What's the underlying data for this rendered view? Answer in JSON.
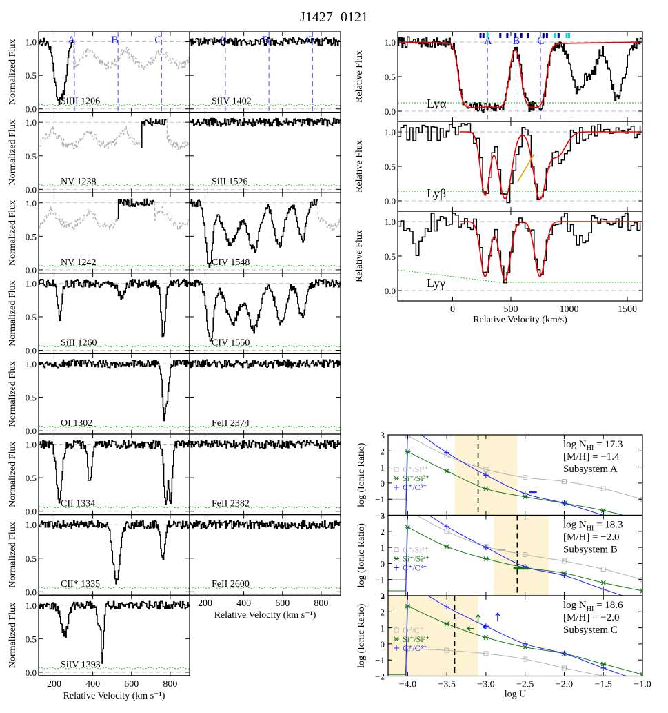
{
  "title": "J1427−0121",
  "colors": {
    "gray": "#b4b4b4",
    "green": "#1bbf1b",
    "blue": "#2222ff",
    "red": "#ee0000",
    "orange": "#e8a000",
    "cyan": "#00d8d8",
    "navy": "#00008b",
    "darkgreen": "#1a6b1a",
    "shade": "#fdf2d2"
  },
  "labels": {
    "normalized_flux": "Normalized Flux",
    "relative_flux": "Relative Flux",
    "log_ionic_ratio": "log (Ionic Ratio)"
  },
  "chart_data": [
    {
      "id": "metal-stack",
      "type": "line",
      "xlabel": "Relative Velocity (km s⁻¹)",
      "ylabel": "Normalized Flux",
      "xlim": [
        120,
        900
      ],
      "ylim": [
        -0.05,
        1.15
      ],
      "xticks": [
        200,
        400,
        600,
        800
      ],
      "xtick_labels": [
        "200",
        "400",
        "600",
        "800"
      ],
      "yticks": [
        0.0,
        0.5,
        1.0
      ],
      "ytick_labels": [
        "0.0",
        "0.5",
        "1.0"
      ],
      "subsystem_markers": [
        {
          "label": "A",
          "x": 305
        },
        {
          "label": "B",
          "x": 530
        },
        {
          "label": "C",
          "x": 755
        }
      ],
      "panels": [
        {
          "label": "SiIII 1206",
          "col": 0,
          "row": 0,
          "regions": [
            [
              120,
              300,
              "ok"
            ],
            [
              300,
              900,
              "blend"
            ]
          ],
          "lines": [
            [
              222,
              0.82,
              22
            ],
            [
              245,
              0.6,
              18
            ]
          ]
        },
        {
          "label": "NV 1238",
          "col": 0,
          "row": 1,
          "regions": [
            [
              120,
              650,
              "blend"
            ],
            [
              650,
              780,
              "ok"
            ],
            [
              780,
              900,
              "blend"
            ]
          ],
          "lines": []
        },
        {
          "label": "NV 1242",
          "col": 0,
          "row": 2,
          "regions": [
            [
              120,
              530,
              "blend"
            ],
            [
              530,
              720,
              "ok"
            ],
            [
              720,
              900,
              "blend"
            ]
          ],
          "lines": []
        },
        {
          "label": "SiII 1260",
          "col": 0,
          "row": 3,
          "regions": [
            [
              120,
              900,
              "ok"
            ]
          ],
          "lines": [
            [
              228,
              0.52,
              10
            ],
            [
              545,
              0.18,
              18
            ],
            [
              762,
              0.8,
              10
            ]
          ]
        },
        {
          "label": "OI 1302",
          "col": 0,
          "row": 4,
          "regions": [
            [
              120,
              900,
              "ok"
            ]
          ],
          "lines": [
            [
              768,
              0.82,
              9
            ],
            [
              785,
              0.45,
              8
            ]
          ]
        },
        {
          "label": "CII 1334",
          "col": 0,
          "row": 5,
          "regions": [
            [
              120,
              900,
              "ok"
            ]
          ],
          "lines": [
            [
              225,
              0.85,
              14
            ],
            [
              382,
              0.6,
              9
            ],
            [
              775,
              0.9,
              9
            ],
            [
              800,
              0.88,
              9
            ]
          ]
        },
        {
          "label": "CII* 1335",
          "col": 0,
          "row": 6,
          "regions": [
            [
              120,
              900,
              "ok"
            ]
          ],
          "lines": [
            [
              520,
              0.85,
              18
            ],
            [
              760,
              0.5,
              10
            ]
          ]
        },
        {
          "label": "SiIV 1393",
          "col": 0,
          "row": 7,
          "regions": [
            [
              120,
              900,
              "ok"
            ]
          ],
          "lines": [
            [
              252,
              0.45,
              18
            ],
            [
              448,
              0.85,
              6
            ],
            [
              430,
              0.35,
              8
            ]
          ]
        },
        {
          "label": "SiIV 1402",
          "col": 1,
          "row": 0,
          "regions": [
            [
              120,
              900,
              "ok"
            ]
          ],
          "lines": []
        },
        {
          "label": "SiII 1526",
          "col": 1,
          "row": 1,
          "regions": [
            [
              120,
              900,
              "ok"
            ]
          ],
          "lines": []
        },
        {
          "label": "CIV 1548",
          "col": 1,
          "row": 2,
          "regions": [
            [
              120,
              780,
              "ok"
            ],
            [
              780,
              900,
              "blend"
            ]
          ],
          "lines": [
            [
              220,
              0.95,
              18
            ],
            [
              330,
              0.6,
              40
            ],
            [
              450,
              0.7,
              30
            ],
            [
              580,
              0.65,
              25
            ],
            [
              700,
              0.55,
              20
            ]
          ]
        },
        {
          "label": "CIV 1550",
          "col": 1,
          "row": 3,
          "regions": [
            [
              120,
              900,
              "ok"
            ]
          ],
          "lines": [
            [
              225,
              0.85,
              18
            ],
            [
              340,
              0.6,
              35
            ],
            [
              450,
              0.7,
              30
            ],
            [
              590,
              0.6,
              25
            ],
            [
              700,
              0.5,
              20
            ]
          ]
        },
        {
          "label": "FeII 2374",
          "col": 1,
          "row": 4,
          "regions": [
            [
              120,
              900,
              "ok"
            ]
          ],
          "lines": []
        },
        {
          "label": "FeII 2382",
          "col": 1,
          "row": 5,
          "regions": [
            [
              120,
              900,
              "ok"
            ]
          ],
          "lines": []
        },
        {
          "label": "FeII 2600",
          "col": 1,
          "row": 6,
          "regions": [
            [
              120,
              900,
              "ok"
            ]
          ],
          "lines": []
        }
      ]
    },
    {
      "id": "lyman-stack",
      "type": "line",
      "xlabel": "Relative Velocity (km/s)",
      "ylabel": "Relative Flux",
      "xlim": [
        -470,
        1630
      ],
      "ylim": [
        -0.15,
        1.15
      ],
      "xticks": [
        0,
        500,
        1000,
        1500
      ],
      "xtick_labels": [
        "0",
        "500",
        "1000",
        "1500"
      ],
      "yticks": [
        0.0,
        0.5,
        1.0
      ],
      "ytick_labels": [
        "0.0",
        "0.5",
        "1.0"
      ],
      "subsystem_markers": [
        {
          "label": "A",
          "x": 300
        },
        {
          "label": "B",
          "x": 545
        },
        {
          "label": "C",
          "x": 755
        }
      ],
      "tick_marks_navy": [
        240,
        265,
        410,
        470,
        540,
        590,
        650,
        780,
        810,
        910
      ],
      "tick_marks_cyan": [
        300,
        880,
        980,
        1000
      ],
      "panels": [
        {
          "label": "Lyα",
          "row": 0,
          "model": [
            [
              190,
              0.95,
              140
            ],
            [
              385,
              0.95,
              100
            ],
            [
              700,
              0.95,
              110
            ]
          ],
          "lines_data": [
            [
              1080,
              0.7,
              60
            ],
            [
              1200,
              0.4,
              40
            ],
            [
              1410,
              0.8,
              60
            ]
          ]
        },
        {
          "label": "Lyβ",
          "row": 1,
          "model": [
            [
              280,
              0.92,
              40
            ],
            [
              450,
              0.97,
              55
            ],
            [
              750,
              0.98,
              55
            ],
            [
              900,
              0.35,
              70
            ]
          ],
          "lines_data": []
        },
        {
          "label": "Lyγ",
          "row": 2,
          "model": [
            [
              280,
              0.8,
              40
            ],
            [
              450,
              0.85,
              45
            ],
            [
              750,
              0.8,
              45
            ]
          ],
          "lines_data": [
            [
              -300,
              0.4,
              40
            ],
            [
              1100,
              0.3,
              40
            ]
          ]
        }
      ]
    },
    {
      "id": "ionization-models",
      "type": "line",
      "xlabel": "log U",
      "ylabel": "log (Ionic Ratio)",
      "xlim": [
        -4.25,
        -1.0
      ],
      "ylim": [
        -2.0,
        3.0
      ],
      "xticks": [
        -4.0,
        -3.5,
        -3.0,
        -2.5,
        -2.0,
        -1.5,
        -1.0
      ],
      "xtick_labels": [
        "−4.0",
        "−3.5",
        "−3.0",
        "−2.5",
        "−2.0",
        "−1.5",
        "−1.0"
      ],
      "yticks": [
        -2,
        -1,
        0,
        1,
        2,
        3
      ],
      "ytick_labels": [
        "−2",
        "−1",
        "0",
        "1",
        "2",
        "3"
      ],
      "panels": [
        {
          "info": [
            "log N",
            "HI",
            " = 17.3",
            "[M/H] = −1.4",
            "Subsystem A"
          ],
          "shade": [
            -3.4,
            -2.6
          ],
          "logU_best": -3.1,
          "series": [
            {
              "name": "C⁺/Si³⁺",
              "color": "#b4b4b4",
              "marker": "square",
              "x": [
                -4.0,
                -3.5,
                -3.0,
                -2.5,
                -2.0,
                -1.5,
                -1.0
              ],
              "y": [
                2.95,
                1.7,
                0.85,
                0.35,
                0.1,
                -0.35,
                -1.0
              ]
            },
            {
              "name": "Si⁺/Si³⁺",
              "color": "#1a7a1a",
              "marker": "asterisk",
              "x": [
                -4.0,
                -3.5,
                -3.0,
                -2.5,
                -2.0,
                -1.5,
                -1.0
              ],
              "y": [
                1.95,
                0.75,
                -0.35,
                -0.85,
                -1.25,
                -1.7,
                -2.3
              ]
            },
            {
              "name": "C⁺/C³⁺",
              "color": "#2222ff",
              "marker": "plus",
              "x": [
                -4.0,
                -3.5,
                -3.0,
                -2.5,
                -2.0,
                -1.5,
                -1.0
              ],
              "y": [
                3.6,
                1.9,
                0.5,
                -0.65,
                -1.25,
                -2.0,
                -2.7
              ]
            }
          ]
        },
        {
          "info": [
            "log N",
            "HI",
            " = 18.3",
            "[M/H] = −2.0",
            "Subsystem B"
          ],
          "shade": [
            -2.9,
            -2.2
          ],
          "logU_best": -2.6,
          "series": [
            {
              "name": "C⁺/Si³⁺",
              "color": "#b4b4b4",
              "marker": "square",
              "x": [
                -4.0,
                -3.5,
                -3.0,
                -2.5,
                -2.0,
                -1.5,
                -1.0
              ],
              "y": [
                3.3,
                2.0,
                1.05,
                0.55,
                0.15,
                -0.35,
                -1.0
              ]
            },
            {
              "name": "Si⁺/Si³⁺",
              "color": "#1a7a1a",
              "marker": "asterisk",
              "x": [
                -4.0,
                -3.5,
                -3.0,
                -2.5,
                -2.0,
                -1.5,
                -1.0
              ],
              "y": [
                2.25,
                1.05,
                0.3,
                -0.25,
                -0.6,
                -1.2,
                -1.7
              ]
            },
            {
              "name": "C⁺/C³⁺",
              "color": "#2222ff",
              "marker": "plus",
              "x": [
                -4.0,
                -3.5,
                -3.0,
                -2.5,
                -2.0,
                -1.5,
                -1.0
              ],
              "y": [
                3.9,
                2.3,
                1.0,
                -0.2,
                -0.75,
                -1.6,
                -2.4
              ]
            }
          ]
        },
        {
          "info": [
            "log N",
            "HI",
            " = 18.6",
            "[M/H] = −2.0",
            "Subsystem C"
          ],
          "shade": [
            -4.25,
            -3.1
          ],
          "logU_best": -3.4,
          "series": [
            {
              "name": "O⁰/C⁺",
              "color": "#b4b4b4",
              "marker": "square",
              "x": [
                -4.0,
                -3.5,
                -3.0,
                -2.5,
                -2.0,
                -1.5,
                -1.0
              ],
              "y": [
                -0.3,
                -0.4,
                -0.6,
                -0.95,
                -1.5,
                -2.0,
                -2.5
              ]
            },
            {
              "name": "Si⁺/Si³⁺",
              "color": "#1a7a1a",
              "marker": "asterisk",
              "x": [
                -4.0,
                -3.5,
                -3.0,
                -2.5,
                -2.0,
                -1.5,
                -1.0
              ],
              "y": [
                2.35,
                1.25,
                0.4,
                -0.2,
                -0.6,
                -1.25,
                -1.9
              ]
            },
            {
              "name": "C⁺/C³⁺",
              "color": "#2222ff",
              "marker": "plus",
              "x": [
                -4.0,
                -3.5,
                -3.0,
                -2.5,
                -2.0,
                -1.5,
                -1.0
              ],
              "y": [
                3.8,
                2.3,
                1.1,
                0.0,
                -0.6,
                -1.5,
                -2.35
              ]
            }
          ]
        }
      ]
    }
  ]
}
